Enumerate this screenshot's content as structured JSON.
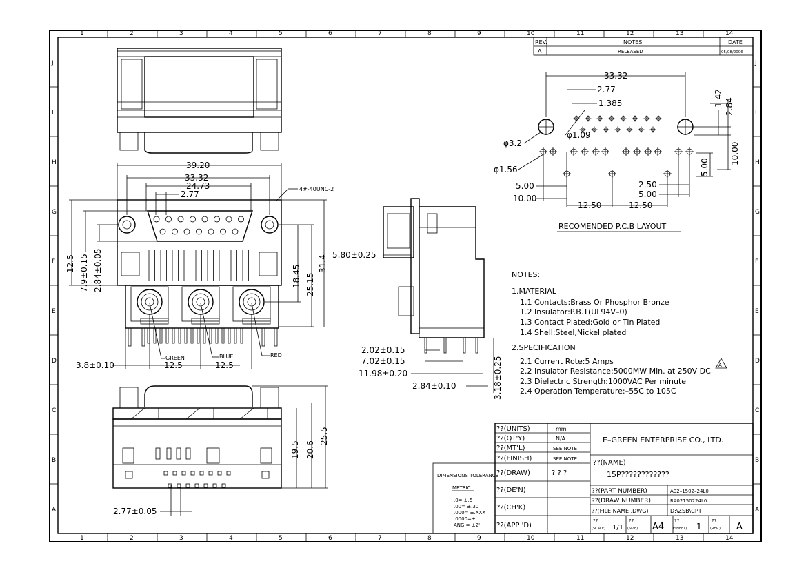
{
  "grid": {
    "cols": [
      "1",
      "2",
      "3",
      "4",
      "5",
      "6",
      "7",
      "8",
      "9",
      "10",
      "11",
      "12",
      "13",
      "14"
    ],
    "rows": [
      "J",
      "I",
      "H",
      "G",
      "F",
      "E",
      "D",
      "C",
      "B",
      "A"
    ]
  },
  "revision": {
    "headers": {
      "rev": "REV.",
      "notes": "NOTES",
      "date": "DATE"
    },
    "row": {
      "rev": "A",
      "notes": "RELEASED",
      "date": "05/08/2006"
    }
  },
  "dims": {
    "top_39": "39.20",
    "top_33": "33.32",
    "top_24": "24.73",
    "top_277": "2.77",
    "thread": "4#-40UNC-2",
    "left_125": "12.5",
    "left_79": "7.9±0.15",
    "left_284": "2.84±0.05",
    "right_1845": "18.45",
    "right_2515": "25.15",
    "right_314": "31.4",
    "bottom_38": "3.8±0.10",
    "bottom_125a": "12.5",
    "bottom_125b": "12.5",
    "green": "GREEN",
    "blue": "BLUE",
    "red": "RED",
    "front_195": "19.5",
    "front_206": "20.6",
    "front_255": "25.5",
    "front_277": "2.77±0.05",
    "side_580": "5.80±0.25",
    "side_202": "2.02±0.15",
    "side_702": "7.02±0.15",
    "side_1198": "11.98±0.20",
    "side_284": "2.84±0.10",
    "side_318": "3.18±0.25"
  },
  "pcb": {
    "d3332": "33.32",
    "d277": "2.77",
    "d1385": "1.385",
    "d142": "1.42",
    "d284": "2.84",
    "phi32": "φ3.2",
    "phi109": "φ1.09",
    "phi156": "φ1.56",
    "d500a": "5.00",
    "d1000a": "10.00",
    "d1250a": "12.50",
    "d1250b": "12.50",
    "d250": "2.50",
    "d500b": "5.00",
    "d500c": "5.00",
    "d1000b": "10.00",
    "title": "RECOMENDED P.C.B LAYOUT"
  },
  "notes": {
    "heading": "NOTES:",
    "material": "1.MATERIAL",
    "m1": "1.1  Contacts:Brass Or Phosphor Bronze",
    "m2": "1.2  Insulator:P.B.T(UL94V–0)",
    "m3": "1.3  Contact Plated:Gold or Tin Plated",
    "m4": "1.4  Shell:Steel,Nickel plated",
    "spec": "2.SPECIFICATION",
    "s1": "2.1  Current Rote:5 Amps",
    "s2": "2.2  Insulator Resistance:5000MW Min. at 250V DC",
    "s3": "2.3  Dielectric Strength:1000VAC Per minute",
    "s4": "2.4  Operation Temperature:–55C to 105C",
    "warn": "A"
  },
  "tolerance": {
    "title": "DIMENSIONS TOLERANCE",
    "metric": "METRIC",
    "t1": ".0= ±.5",
    ".t2": "",
    "t2": ".00= ±.30",
    "t3": ".000= ±.XXX",
    "t4": ".0000=±",
    "t5": "ANG.= ±2'"
  },
  "titleblock": {
    "units_label": "??(UNITS)",
    "units_val": "mm",
    "qty_label": "??(QT'Y)",
    "qty_val": "N/A",
    "mtl_label": "??(MT'L)",
    "mtl_val": "SEE NOTE",
    "finish_label": "??(FINISH)",
    "finish_val": "SEE NOTE",
    "draw_label": "??(DRAW)",
    "draw_val": "? ? ?",
    "den_label": "??(DE'N)",
    "chk_label": "??(CH'K)",
    "app_label": "??(APP 'D)",
    "company": "E–GREEN ENTERPRISE CO., LTD.",
    "name_label": "??(NAME)",
    "name_val": "15P????????????",
    "part_label": "??(PART NUMBER)",
    "part_val": "A02–1502–24L0",
    "drawnum_label": "??(DRAW NUMBER)",
    "drawnum_val": "RA02150224L0",
    "file_label": "??(FILE NAME .DWG)",
    "file_val": "D:\\ZSB\\CPT",
    "scale_q": "??",
    "scale_label": "(SCALE)",
    "scale_val": "1/1",
    "size_q": "??",
    "size_label": "(SIZE)",
    "size_val": "A4",
    "sheet_q": "??",
    "sheet_label": "(SHEET)",
    "sheet_val": "1",
    "rev_q": "??",
    "rev_label": "(REV.)",
    "rev_val": "A"
  }
}
